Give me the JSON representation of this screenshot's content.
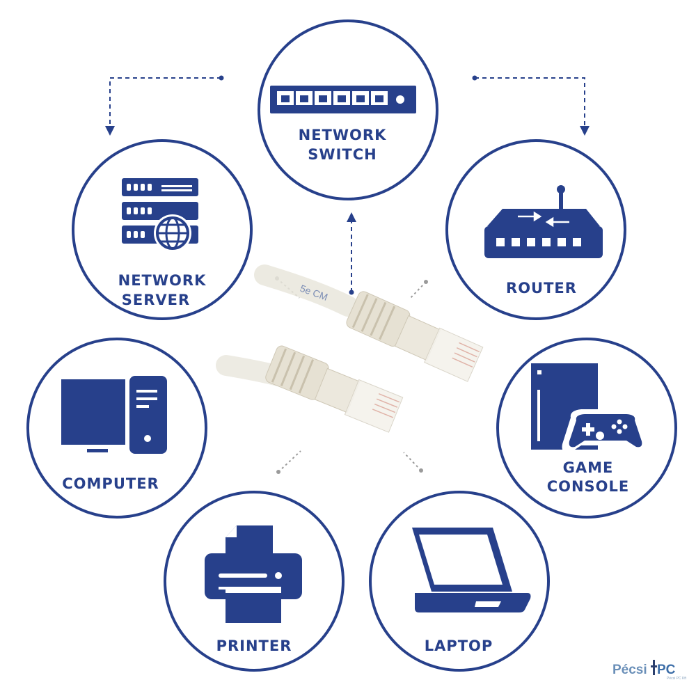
{
  "colors": {
    "primary": "#27408b",
    "background": "#ffffff",
    "cable": "#ece8dc",
    "watermark": "#6a8fb8"
  },
  "nodes": {
    "network_switch": {
      "label_line1": "NETWORK",
      "label_line2": "SWITCH",
      "icon": "network-switch-icon"
    },
    "network_server": {
      "label_line1": "NETWORK",
      "label_line2": "SERVER",
      "icon": "server-rack-globe-icon"
    },
    "router": {
      "label": "ROUTER",
      "icon": "router-icon"
    },
    "computer": {
      "label": "COMPUTER",
      "icon": "desktop-computer-icon"
    },
    "game_console": {
      "label_line1": "GAME",
      "label_line2": "CONSOLE",
      "icon": "game-console-icon"
    },
    "printer": {
      "label": "PRINTER",
      "icon": "printer-icon"
    },
    "laptop": {
      "label": "LAPTOP",
      "icon": "laptop-icon"
    }
  },
  "center": {
    "icon": "ethernet-cable-icon",
    "cable_print": "5e CM"
  },
  "watermark": {
    "brand_part1": "Pécsi",
    "brand_part2": "PC",
    "tagline": "Pécsi PC Kft"
  }
}
